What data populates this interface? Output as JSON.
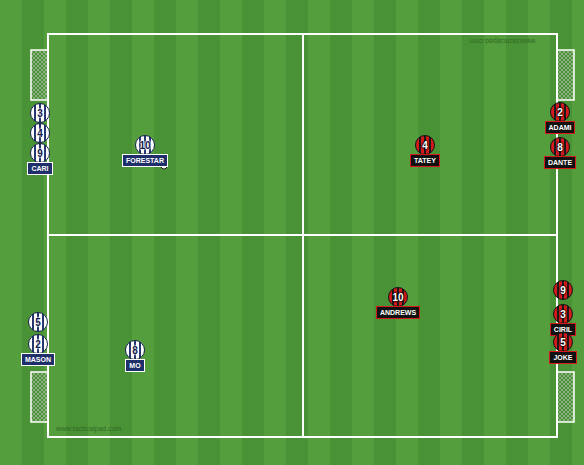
{
  "diagram": {
    "nodes": [
      {
        "text": [
          "3"
        ]
      },
      {
        "text": [
          "4"
        ]
      },
      {
        "text": [
          "9",
          "CARI"
        ]
      },
      {
        "text": [
          "10",
          "FORESTAR"
        ]
      },
      {
        "text": [
          "5"
        ]
      },
      {
        "text": [
          "2",
          "MASON"
        ]
      },
      {
        "text": [
          "8",
          "MO"
        ]
      },
      {
        "text": [
          "4",
          "TATEY"
        ]
      },
      {
        "text": [
          "2",
          "ADAMI"
        ]
      },
      {
        "text": [
          "8",
          "DANTE"
        ]
      },
      {
        "text": [
          "10",
          "ANDREWS"
        ]
      },
      {
        "text": [
          "9"
        ]
      },
      {
        "text": [
          "3",
          "CIRIL"
        ]
      },
      {
        "text": [
          "5",
          "JOKE"
        ]
      }
    ],
    "labels": [
      "www.tacticalpad.com",
      "www.tacticalpad.com"
    ]
  }
}
